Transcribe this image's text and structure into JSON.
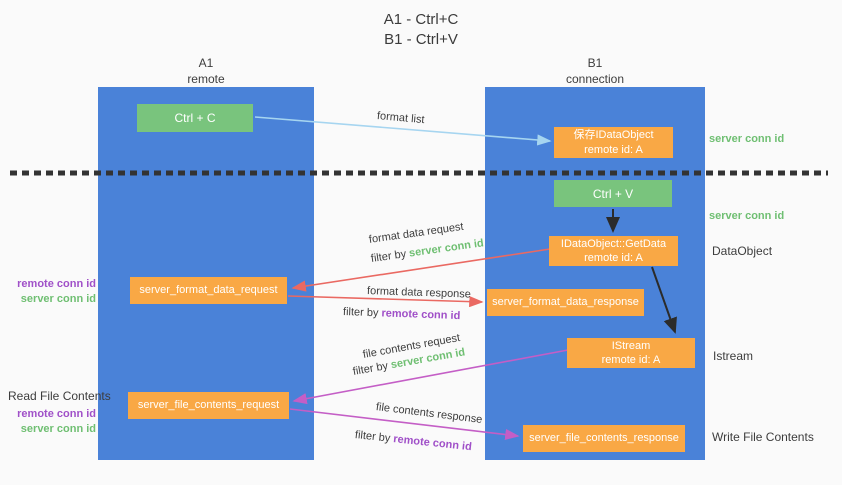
{
  "title": {
    "line1": "A1 - Ctrl+C",
    "line2": "B1 - Ctrl+V"
  },
  "columns": {
    "left": {
      "name": "A1",
      "role": "remote"
    },
    "right": {
      "name": "B1",
      "role": "connection"
    }
  },
  "nodes": {
    "ctrl_c": {
      "label": "Ctrl + C"
    },
    "save_idataobject": {
      "line1": "保存IDataObject",
      "line2": "remote id: A"
    },
    "ctrl_v": {
      "label": "Ctrl + V"
    },
    "getdata": {
      "line1": "IDataObject::GetData",
      "line2": "remote id: A"
    },
    "format_request": {
      "label": "server_format_data_request"
    },
    "format_response": {
      "label": "server_format_data_response"
    },
    "istream": {
      "line1": "IStream",
      "line2": "remote id: A"
    },
    "file_request": {
      "label": "server_file_contents_request"
    },
    "file_response": {
      "label": "server_file_contents_response"
    }
  },
  "flow_labels": {
    "format_list": "format list",
    "format_data_request": "format data request",
    "format_data_response": "format data response",
    "file_contents_request": "file contents request",
    "file_contents_response": "file contents response",
    "filter_by": "filter by ",
    "server_conn_id": "server conn id",
    "remote_conn_id": "remote conn id"
  },
  "side_labels": {
    "server_conn_id_top": "server conn id",
    "server_conn_id_mid": "server conn id",
    "dataobject": "DataObject",
    "istream": "Istream",
    "write_file_contents": "Write File Contents",
    "read_file_contents": "Read File Contents",
    "remote_conn_id_format": "remote conn id",
    "server_conn_id_format": "server conn id",
    "remote_conn_id_file": "remote conn id",
    "server_conn_id_file": "server conn id"
  },
  "colors": {
    "column_blue": "#4a82d8",
    "box_green": "#79c47d",
    "box_orange": "#f9a845",
    "arrow_red": "#ea6962",
    "arrow_magenta": "#c45ec6",
    "arrow_light_blue": "#a6d5f0",
    "arrow_black": "#2b2b2b",
    "label_green": "#6fbf72",
    "label_purple": "#a050c8",
    "text_dark": "#3d3d3d",
    "background": "#fafafa"
  }
}
